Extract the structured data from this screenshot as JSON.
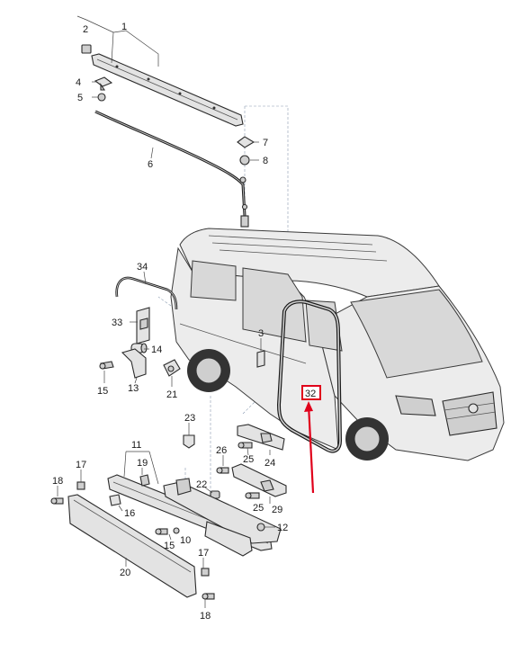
{
  "diagram": {
    "part_labels": [
      "1",
      "2",
      "3",
      "4",
      "5",
      "6",
      "7",
      "8",
      "10",
      "11",
      "12",
      "13",
      "14",
      "15",
      "15",
      "16",
      "17",
      "17",
      "18",
      "18",
      "19",
      "20",
      "21",
      "22",
      "23",
      "24",
      "25",
      "25",
      "26",
      "29",
      "32",
      "34"
    ],
    "highlighted_label": "32",
    "highlight_color": "#e0001b"
  }
}
